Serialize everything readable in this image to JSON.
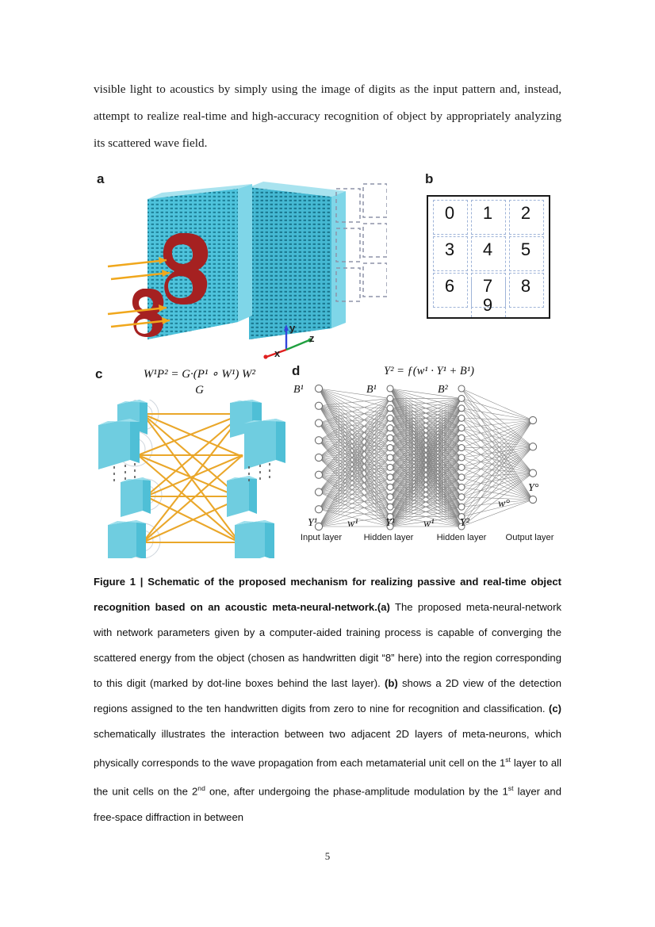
{
  "document": {
    "page_number": "5",
    "body_paragraph": {
      "line1": "visible light to acoustics by simply using the image of digits as the input pattern and,",
      "line2": "instead, attempt to realize real-time and high-accuracy recognition of object by",
      "line3": "appropriately analyzing its scattered wave field."
    }
  },
  "figure": {
    "panels": {
      "a": {
        "letter": "a",
        "axes": {
          "x": "x",
          "y": "y",
          "z": "z"
        },
        "object_digit": "8"
      },
      "b": {
        "letter": "b",
        "digits": [
          "0",
          "1",
          "2",
          "3",
          "4",
          "5",
          "6",
          "7",
          "8",
          "9"
        ]
      },
      "c": {
        "letter": "c",
        "equation": "W¹P² = G·(P¹ ∘ W¹) W²",
        "equation_second_line": "G"
      },
      "d": {
        "letter": "d",
        "equation": "Y² = ƒ(w¹ · Y¹ + B¹)",
        "bias_labels": [
          "B¹",
          "B¹",
          "B²"
        ],
        "node_labels": [
          "Y¹",
          "w¹",
          "Y¹",
          "w¹",
          "Y²"
        ],
        "output_weight_label": "w°",
        "output_label": "Y°",
        "layer_names": [
          "Input layer",
          "Hidden layer",
          "Hidden layer",
          "Output layer"
        ]
      }
    },
    "colors": {
      "metamaterial_cyan": "#4ec3dc",
      "metamaterial_cyan_dark": "#2aa6c4",
      "digit_red": "#a52121",
      "arrow_orange": "#f0a71c",
      "dashed_box": "#8d93a8",
      "detection_region": "#9fb4d8",
      "axis_x": "#e02020",
      "axis_y": "#3344dd",
      "axis_z": "#21a040",
      "network_line": "#6e6e6e"
    }
  },
  "caption": {
    "title": "Figure 1 | Schematic of the proposed mechanism for realizing passive and real-time object recognition based on an acoustic meta-neural-network.",
    "seg_a_label": "(a)",
    "seg_a": " The proposed meta-neural-network with network parameters given by a computer-aided training process is capable of converging the scattered energy from the object (chosen as handwritten digit “8” here) into the region corresponding to this digit (marked by dot-line boxes behind the last layer). ",
    "seg_b_label": "(b)",
    "seg_b": " shows a 2D view of the detection regions assigned to the ten handwritten digits from zero to nine for recognition and classification. ",
    "seg_c_label": "(c)",
    "seg_c_part1": " schematically illustrates the interaction between two adjacent 2D layers of meta-neurons, which physically corresponds to the wave propagation from each metamaterial unit cell on the 1",
    "sup_st": "st",
    "seg_c_part2": " layer to all the unit cells on the 2",
    "sup_nd": "nd",
    "seg_c_part3": " one, after undergoing the phase-amplitude modulation by the 1",
    "sup_st2": "st",
    "seg_c_part4": " layer and free-space diffraction in between"
  }
}
